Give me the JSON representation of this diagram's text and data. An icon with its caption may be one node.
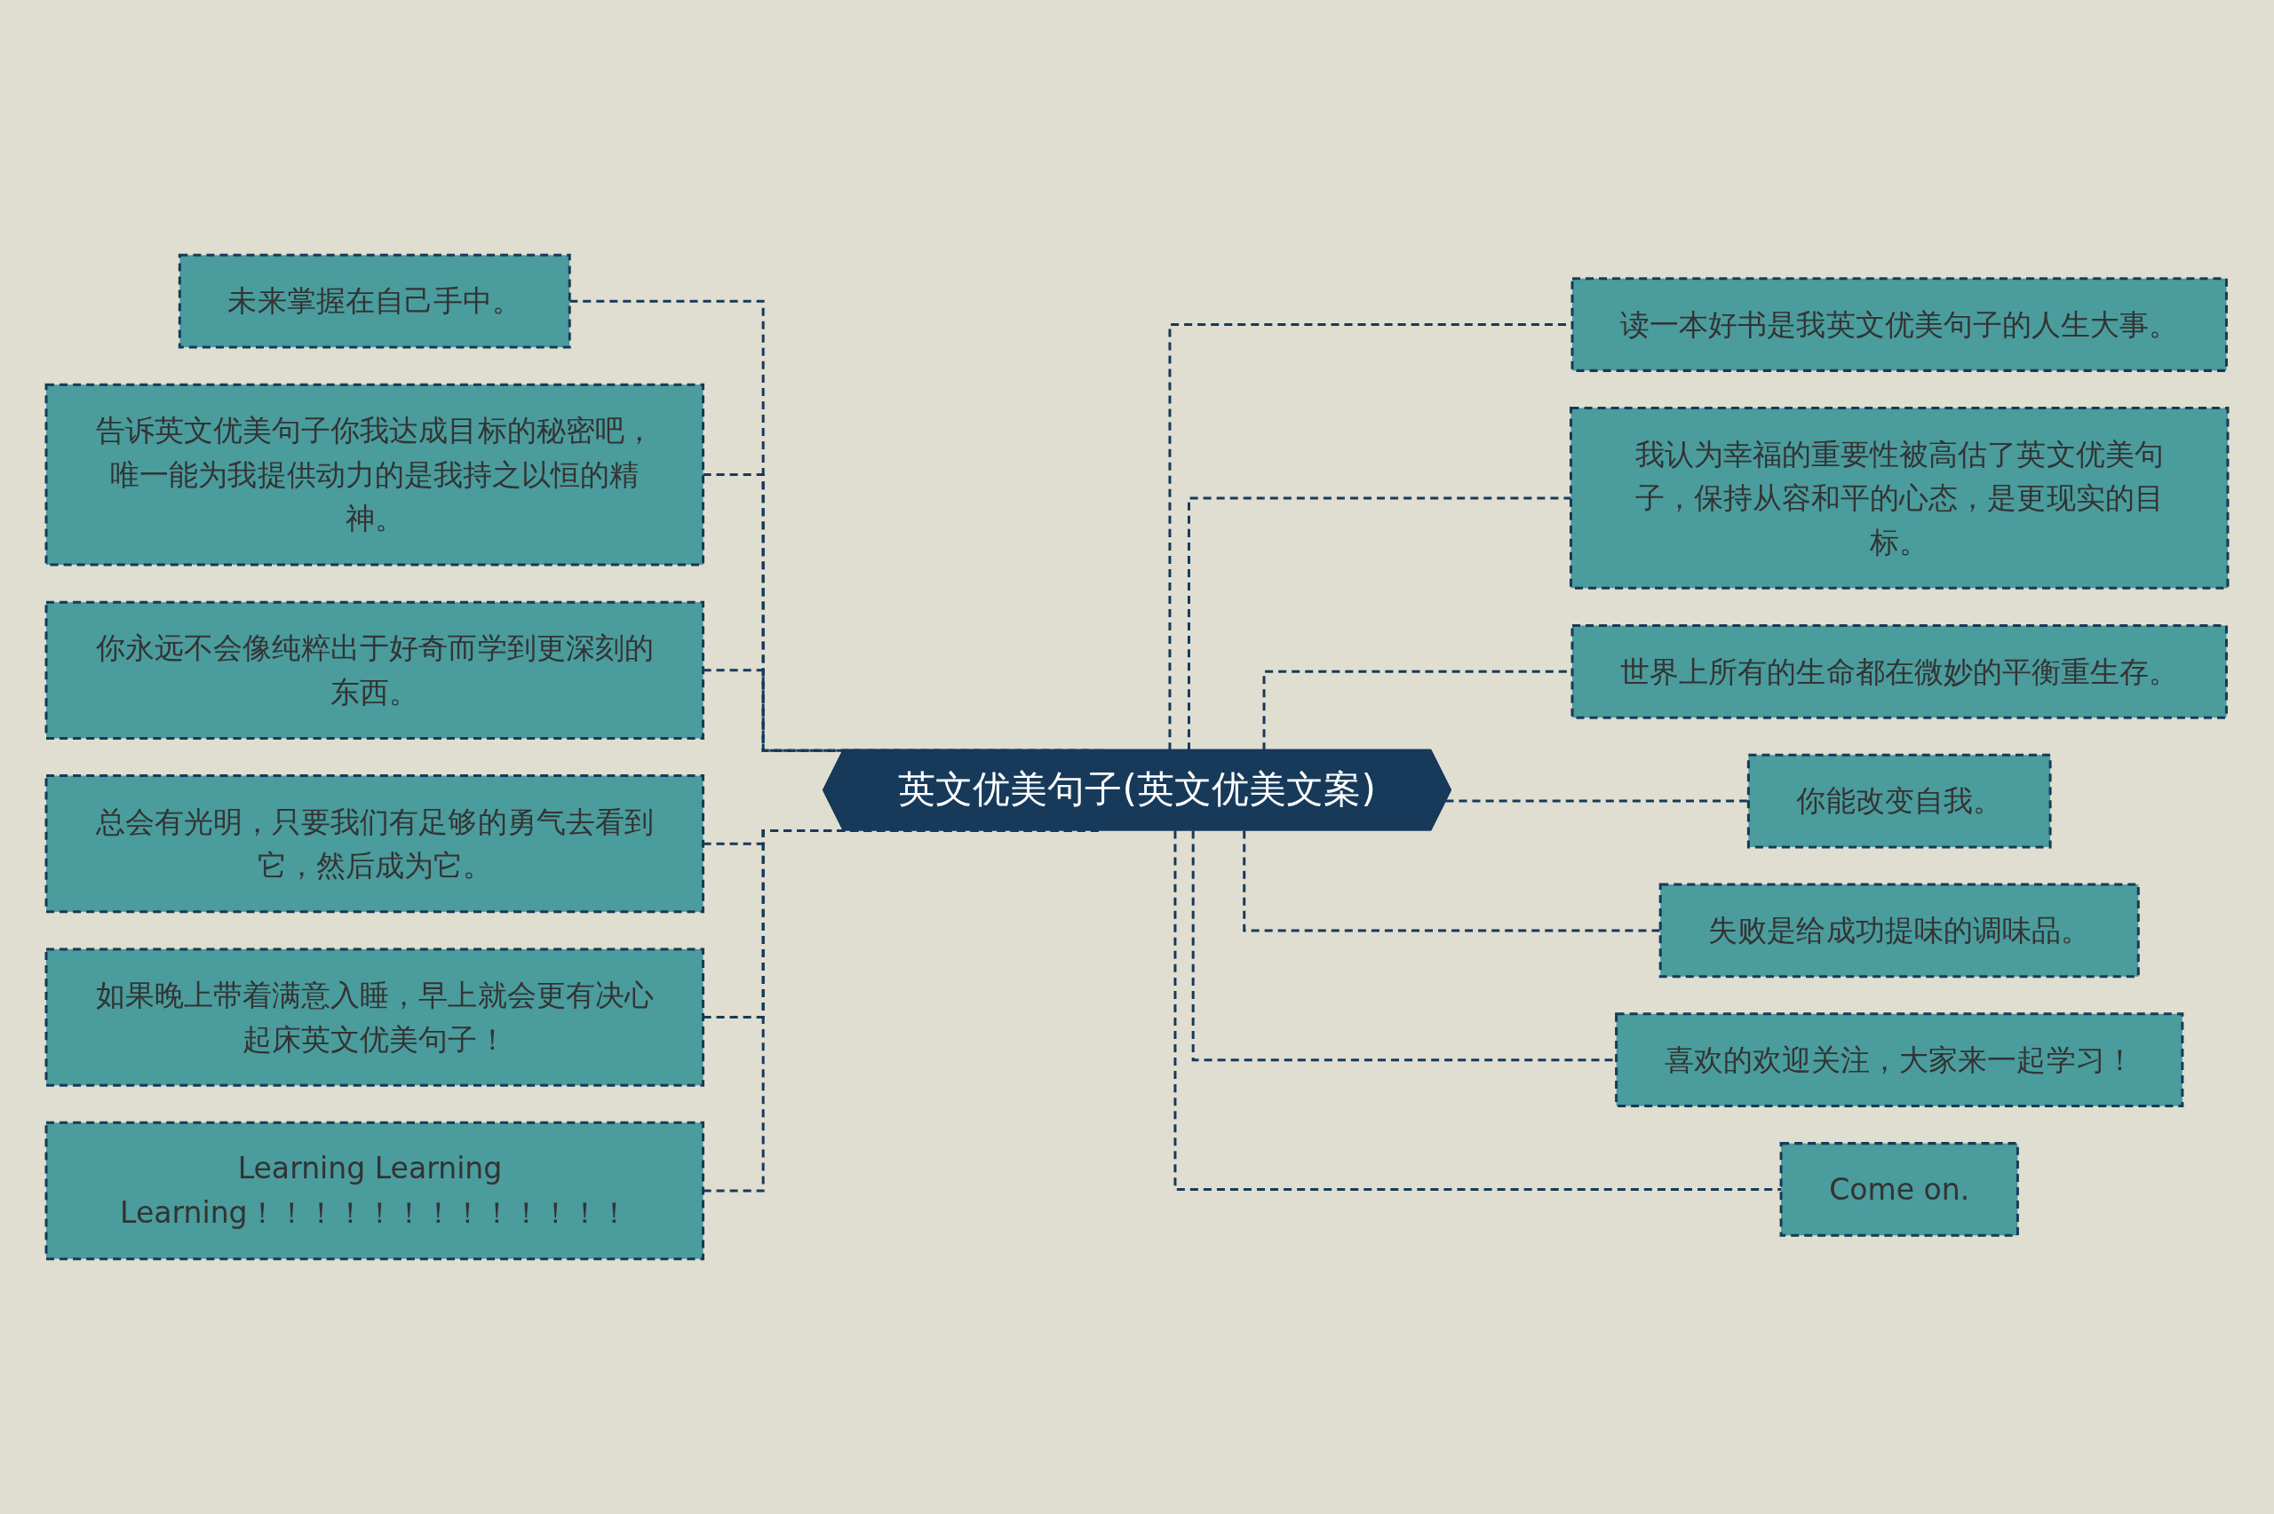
{
  "diagram": {
    "nodes": [
      {
        "text": [
          "英文优美句子(英文优美文案)"
        ]
      },
      {
        "text": [
          "未来掌握在自己手中。"
        ]
      },
      {
        "text": [
          "告诉英文优美句子你我达成目标的秘密吧，唯一能为我提供动力的是我持之以恒的精神。"
        ]
      },
      {
        "text": [
          "你永远不会像纯粹出于好奇而学到更深刻的东西。"
        ]
      },
      {
        "text": [
          "总会有光明，只要我们有足够的勇气去看到它，然后成为它。"
        ]
      },
      {
        "text": [
          "如果晚上带着满意入睡，早上就会更有决心起床英文优美句子！"
        ]
      },
      {
        "text": [
          "Learning Learning Learning！！！！！！！！！！！！！"
        ]
      },
      {
        "text": [
          "读一本好书是我英文优美句子的人生大事。"
        ]
      },
      {
        "text": [
          "我认为幸福的重要性被高估了英文优美句子，保持从容和平的心态，是更现实的目标。"
        ]
      },
      {
        "text": [
          "世界上所有的生命都在微妙的平衡重生存。"
        ]
      },
      {
        "text": [
          "你能改变自我。"
        ]
      },
      {
        "text": [
          "失败是给成功提味的调味品。"
        ]
      },
      {
        "text": [
          "喜欢的欢迎关注，大家来一起学习！"
        ]
      },
      {
        "text": [
          "Come on."
        ]
      }
    ],
    "edges": [
      {
        "from": 1,
        "to": 0,
        "arrow": "none",
        "style": "dashed"
      },
      {
        "from": 2,
        "to": 0,
        "arrow": "none",
        "style": "dashed"
      },
      {
        "from": 3,
        "to": 0,
        "arrow": "none",
        "style": "dashed"
      },
      {
        "from": 4,
        "to": 0,
        "arrow": "none",
        "style": "dashed"
      },
      {
        "from": 5,
        "to": 0,
        "arrow": "none",
        "style": "dashed"
      },
      {
        "from": 6,
        "to": 0,
        "arrow": "none",
        "style": "dashed"
      },
      {
        "from": 0,
        "to": 7,
        "arrow": "none",
        "style": "dashed"
      },
      {
        "from": 0,
        "to": 8,
        "arrow": "none",
        "style": "dashed"
      },
      {
        "from": 0,
        "to": 9,
        "arrow": "none",
        "style": "dashed"
      },
      {
        "from": 0,
        "to": 10,
        "arrow": "none",
        "style": "dashed"
      },
      {
        "from": 0,
        "to": 11,
        "arrow": "none",
        "style": "dashed"
      },
      {
        "from": 0,
        "to": 12,
        "arrow": "none",
        "style": "dashed"
      },
      {
        "from": 0,
        "to": 13,
        "arrow": "none",
        "style": "dashed"
      }
    ]
  }
}
